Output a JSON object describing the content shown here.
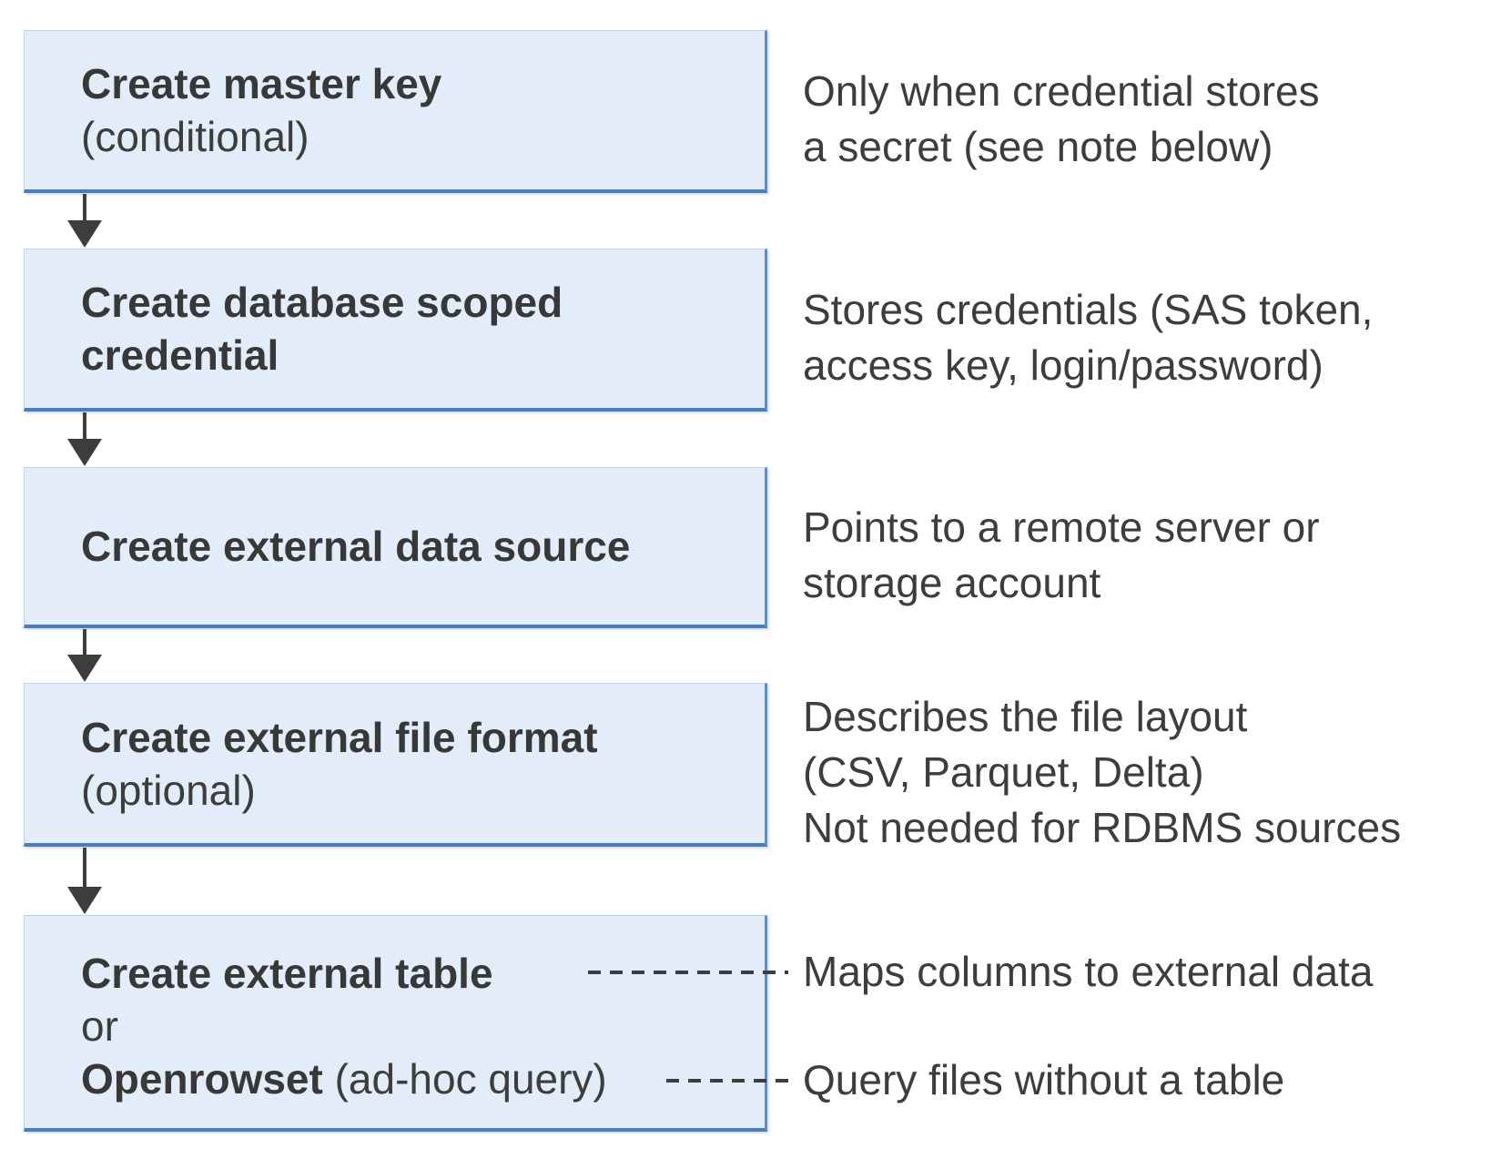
{
  "flow": {
    "steps": [
      {
        "title": "Create master key",
        "subtitle": "(conditional)",
        "note": "Only when credential stores\na secret (see note below)"
      },
      {
        "title": "Create database scoped credential",
        "note": "Stores credentials (SAS token,\naccess key, login/password)"
      },
      {
        "title": "Create external data source",
        "note": "Points to a remote server or\nstorage account"
      },
      {
        "title": "Create external file format",
        "subtitle": "(optional)",
        "note": "Describes the file layout\n(CSV, Parquet, Delta)\nNot needed for RDBMS sources"
      },
      {
        "title": "Create external table",
        "or_label": "or",
        "alt_title": "Openrowset",
        "alt_suffix": " (ad-hoc query)",
        "note_table": "Maps columns to external data",
        "note_openrowset": "Query files without a table"
      }
    ],
    "colors": {
      "box_fill": "#e3edf9",
      "box_border_light": "#bcd4ef",
      "box_border_right": "#5e8fc7",
      "box_border_bottom": "#4a7cb8",
      "arrow": "#3d3d3d",
      "text": "#3d3d3d"
    }
  }
}
